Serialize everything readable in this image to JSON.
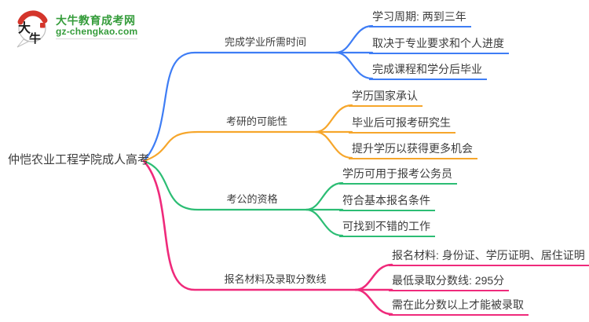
{
  "logo": {
    "icon_chars_top": "大",
    "icon_chars_bottom": "牛",
    "title": "大牛教育成考网",
    "subtitle": "gz-chengkao.com",
    "title_color": "#359c3b",
    "icon_red": "#d4352b"
  },
  "mindmap": {
    "root": {
      "label": "仲恺农业工程学院成人高考"
    },
    "branches": [
      {
        "label": "完成学业所需时间",
        "color": "#3e7df5",
        "children": [
          "学习周期: 两到三年",
          "取决于专业要求和个人进度",
          "完成课程和学分后毕业"
        ]
      },
      {
        "label": "考研的可能性",
        "color": "#f6a62b",
        "children": [
          "学历国家承认",
          "毕业后可报考研究生",
          "提升学历以获得更多机会"
        ]
      },
      {
        "label": "考公的资格",
        "color": "#2cbd74",
        "children": [
          "学历可用于报考公务员",
          "符合基本报名条件",
          "可找到不错的工作"
        ]
      },
      {
        "label": "报名材料及录取分数线",
        "color": "#ef2a7b",
        "children": [
          "报名材料: 身份证、学历证明、居住证明",
          "最低录取分数线: 295分",
          "需在此分数以上才能被录取"
        ]
      }
    ]
  }
}
